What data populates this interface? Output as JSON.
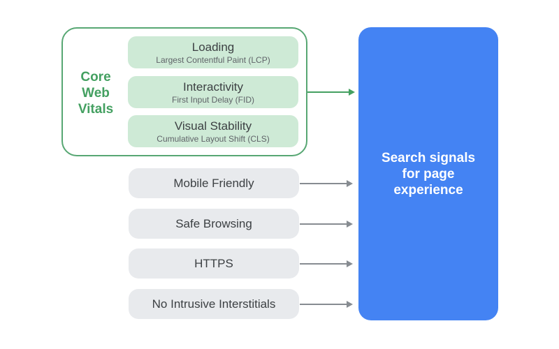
{
  "colors": {
    "bg": "#ffffff",
    "green-accent": "#44a061",
    "green-border": "#57a773",
    "green-pill-bg": "#ceead6",
    "gray-pill-bg": "#e8eaed",
    "blue-box-bg": "#4483f3",
    "text-dark": "#3c4043",
    "subtitle-gray": "#5f6368",
    "arrow-gray": "#878c91"
  },
  "core_web_vitals": {
    "label_lines": [
      "Core",
      "Web",
      "Vitals"
    ],
    "metrics": [
      {
        "title": "Loading",
        "subtitle": "Largest Contentful Paint (LCP)"
      },
      {
        "title": "Interactivity",
        "subtitle": "First Input Delay (FID)"
      },
      {
        "title": "Visual Stability",
        "subtitle": "Cumulative Layout Shift (CLS)"
      }
    ]
  },
  "other_signals": [
    {
      "label": "Mobile Friendly"
    },
    {
      "label": "Safe Browsing"
    },
    {
      "label": "HTTPS"
    },
    {
      "label": "No Intrusive Interstitials"
    }
  ],
  "target": {
    "label_lines": [
      "Search signals",
      "for page",
      "experience"
    ]
  }
}
